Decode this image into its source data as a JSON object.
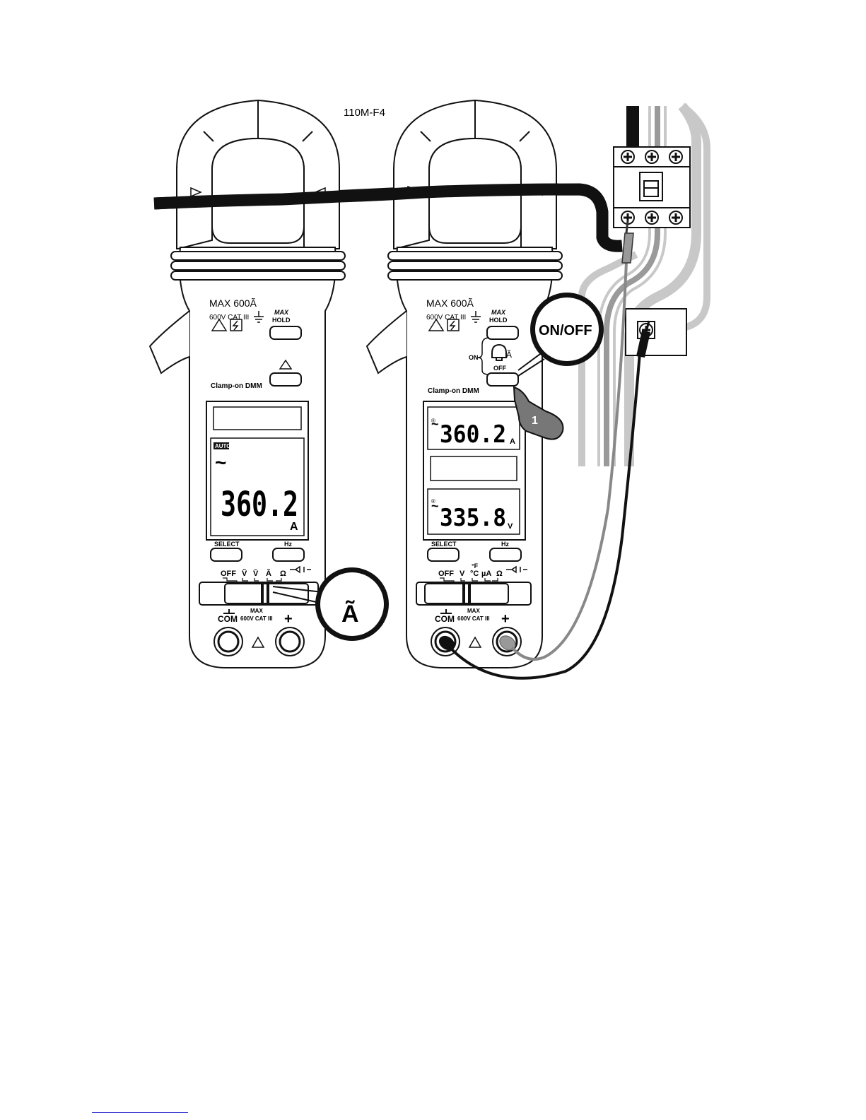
{
  "figure": {
    "label": "110M-F4",
    "colors": {
      "ink": "#111111",
      "body": "#ffffff",
      "light_wire": "#c8c8c8",
      "mid_wire": "#9a9a9a",
      "link": "#2f2fd0"
    }
  },
  "meter_left": {
    "rating": "MAX 600Ã",
    "cat": "600V CAT III",
    "hold_label": "HOLD",
    "max_label": "MAX",
    "brand": "Clamp-on DMM",
    "lcd_auto": "AUTO",
    "lcd_ac": "~",
    "lcd_value": "360.2",
    "lcd_unit": "A",
    "select_label": "SELECT",
    "hz_label": "Hz",
    "dial_labels": [
      "OFF",
      "Ṽ",
      "V̄",
      "Ã",
      "Ω"
    ],
    "com_label": "COM",
    "plus_label": "+",
    "jack_max": "MAX",
    "jack_cat": "600V CAT III",
    "callout_symbol": "Ã",
    "icons": [
      "warning-icon",
      "lightning-icon",
      "ground-icon",
      "triangle-button-icon",
      "diode-icon"
    ]
  },
  "meter_right": {
    "rating": "MAX 600Ã",
    "cat": "600V CAT III",
    "hold_label": "HOLD",
    "max_label": "MAX",
    "on_label": "ON",
    "off_label": "OFF",
    "brand": "Clamp-on DMM",
    "lcd_top_value": "360.2",
    "lcd_top_unit": "A",
    "lcd_bottom_value": "335.8",
    "lcd_bottom_unit": "V",
    "lcd_ac": "~",
    "select_label": "SELECT",
    "hz_label": "Hz",
    "dial_labels": [
      "OFF",
      "V",
      "°F",
      "°C",
      "µA",
      "Ω"
    ],
    "com_label": "COM",
    "plus_label": "+",
    "jack_max": "MAX",
    "jack_cat": "600V CAT III",
    "callout_label": "ON/OFF",
    "step_number": "1",
    "icons": [
      "warning-icon",
      "lightning-icon",
      "ground-icon",
      "bell-icon",
      "finger-icon"
    ]
  }
}
